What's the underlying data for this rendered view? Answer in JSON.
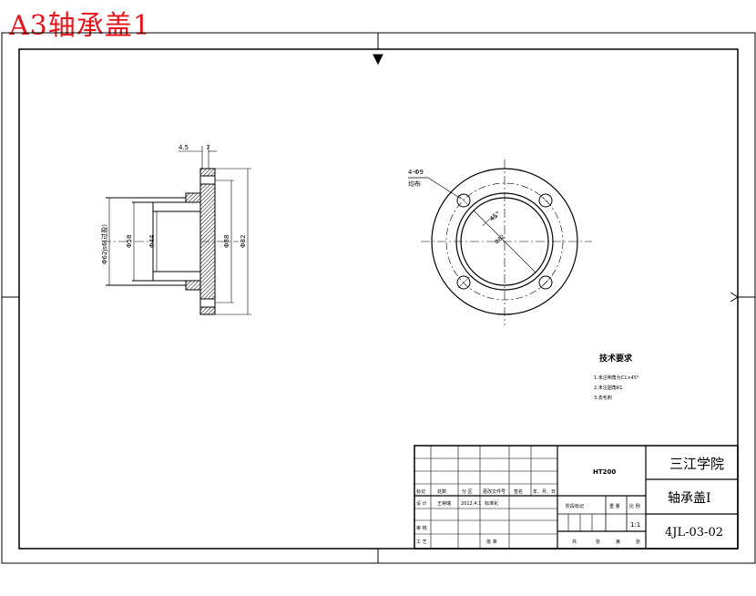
{
  "sheet_title": "A3轴承盖1",
  "front_view": {
    "top_dims": [
      "4.5",
      "7"
    ],
    "diameter_dims": [
      "Φ62js6(过盈)",
      "Φ58",
      "Φ44",
      "Φ88",
      "Φ82"
    ]
  },
  "side_view": {
    "hole_note": [
      "4-Φ9",
      "均布"
    ],
    "angle_label": "45°",
    "pcd_label": "Φ82"
  },
  "tech_requirements": {
    "title": "技术要求",
    "items": [
      "1.未注倒角为C1×45°",
      "2.未注圆角R1",
      "3.去毛刺"
    ]
  },
  "title_block": {
    "material": "HT200",
    "school": "三江学院",
    "part_name": "轴承盖Ⅰ",
    "drawing_no": "4JL-03-02",
    "scale": "1:1",
    "rev_headers": [
      "标记",
      "处数",
      "分 区",
      "更改文件号",
      "签名",
      "年、月、日"
    ],
    "row_design": [
      "设 计",
      "王钟瑞",
      "2012.4.1",
      "标准化"
    ],
    "row_check": "审 核",
    "row_process": [
      "工 艺",
      "批 准"
    ],
    "stage_headers": [
      "阶段标记",
      "重 量",
      "比 例"
    ],
    "sheet_row": [
      "共",
      "张",
      "第",
      "张"
    ]
  }
}
